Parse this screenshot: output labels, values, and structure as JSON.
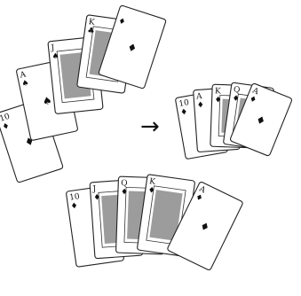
{
  "groups": [
    {
      "id": "top-left-hand",
      "cards": [
        {
          "rank": "10",
          "suit": "♦",
          "face": false
        },
        {
          "rank": "A",
          "suit": "♠",
          "face": false
        },
        {
          "rank": "J",
          "suit": "♠",
          "face": true
        },
        {
          "rank": "K",
          "suit": "♣",
          "face": true
        },
        {
          "rank": "",
          "suit": "♦",
          "face": false
        }
      ]
    },
    {
      "id": "right-hand",
      "cards": [
        {
          "rank": "10",
          "suit": "♦",
          "face": false
        },
        {
          "rank": "A",
          "suit": "♦",
          "face": false
        },
        {
          "rank": "K",
          "suit": "♦",
          "face": true
        },
        {
          "rank": "Q",
          "suit": "♦",
          "face": true
        },
        {
          "rank": "A",
          "suit": "♦",
          "face": false
        }
      ]
    },
    {
      "id": "bottom-hand",
      "cards": [
        {
          "rank": "10",
          "suit": "♦",
          "face": false
        },
        {
          "rank": "J",
          "suit": "♦",
          "face": true
        },
        {
          "rank": "Q",
          "suit": "♦",
          "face": true
        },
        {
          "rank": "K",
          "suit": "♦",
          "face": true
        },
        {
          "rank": "A",
          "suit": "♦",
          "face": false
        }
      ]
    }
  ],
  "arrow": "→",
  "colors": {
    "ink": "#111111",
    "paper": "#ffffff"
  }
}
